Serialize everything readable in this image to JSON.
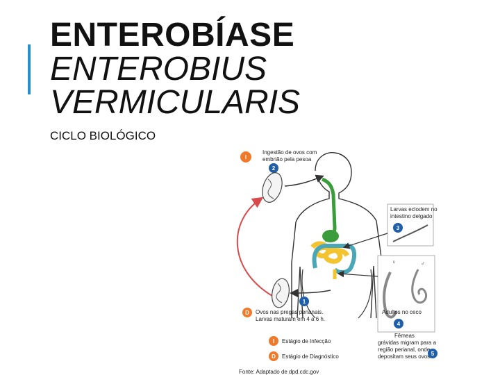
{
  "slide": {
    "title": "ENTEROBÍASE",
    "subtitle_line1": "ENTEROBIUS",
    "subtitle_line2": "VERMICULARIS",
    "section": "CICLO BIOLÓGICO"
  },
  "figure": {
    "step_i_label": "Ingestão de ovos com embrião pela pesoa",
    "step_i_line1": "Ingestão de ovos com",
    "step_i_line2": "embrião pela pesoa",
    "step_3_line1": "Larvas eclodem no",
    "step_3_line2": "intestino delgado",
    "step_1_line1": "Ovos nas pregas perianais.",
    "step_1_line2": "Larvas maturam em 4 a 6 h.",
    "step_4_line1": "Adultos no ceco",
    "step_5_line1": "Fêmeas",
    "step_5_line2": "grávidas migram para a",
    "step_5_line3": "região perianal, onde",
    "step_5_line4": "depositam seus ovos.",
    "legend_infection": "Estágio de Infecção",
    "legend_diagnostic": "Estágio de Diagnóstico",
    "source": "Fonte: Adaptado de dpd.cdc.gov",
    "badges": {
      "i": "I",
      "d": "D",
      "n1": "1",
      "n2": "2",
      "n3": "3",
      "n4": "4",
      "n5": "5"
    },
    "colors": {
      "infection": "#f07a2a",
      "diagnostic": "#f07a2a",
      "number_badge": "#1f5ea8",
      "esophagus": "#3a9c3a",
      "small_intestine": "#f4c430",
      "large_intestine": "#4aa7b8",
      "arrow": "#d94a4a"
    },
    "symbols": {
      "female": "♀",
      "male": "♂"
    }
  },
  "colors": {
    "accent_bar": "#2a8dc5"
  }
}
